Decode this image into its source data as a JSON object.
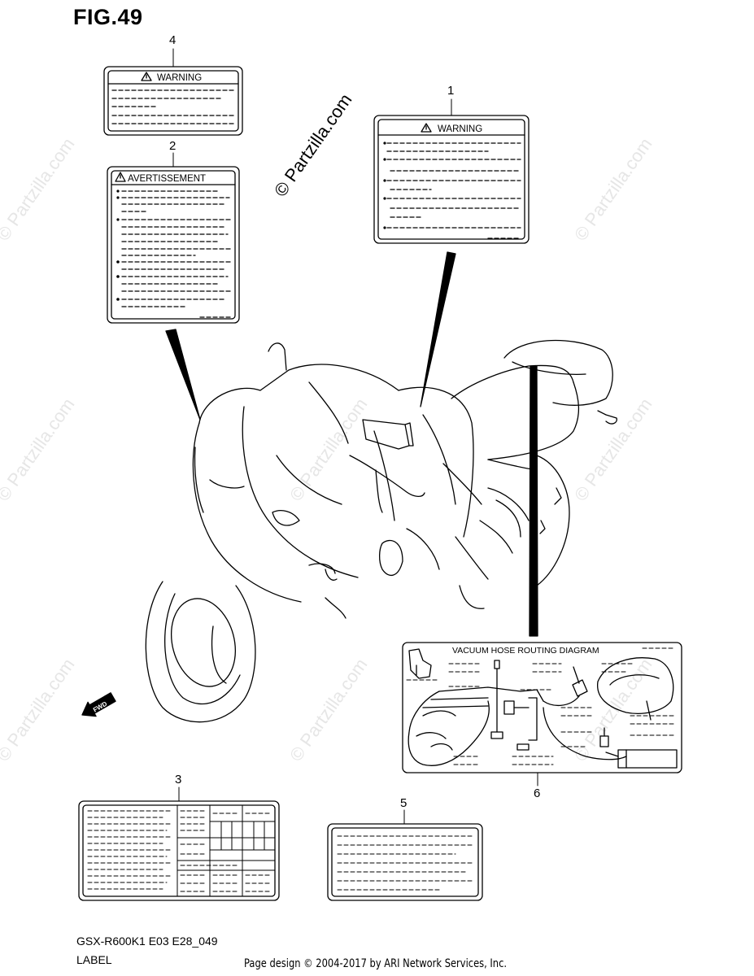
{
  "figure": {
    "title": "FIG.49",
    "code": "GSX-R600K1 E03 E28_049",
    "section_label": "LABEL"
  },
  "callouts": [
    "1",
    "2",
    "3",
    "4",
    "5",
    "6"
  ],
  "labels": {
    "warning_en": "WARNING",
    "warning_fr": "AVERTISSEMENT",
    "vacuum": "VACUUM HOSE ROUTING DIAGRAM",
    "fwd": "FWD"
  },
  "watermark": {
    "text": "© Partzilla.com"
  },
  "footer": {
    "copyright": "Page design © 2004-2017 by ARI Network Services, Inc."
  }
}
